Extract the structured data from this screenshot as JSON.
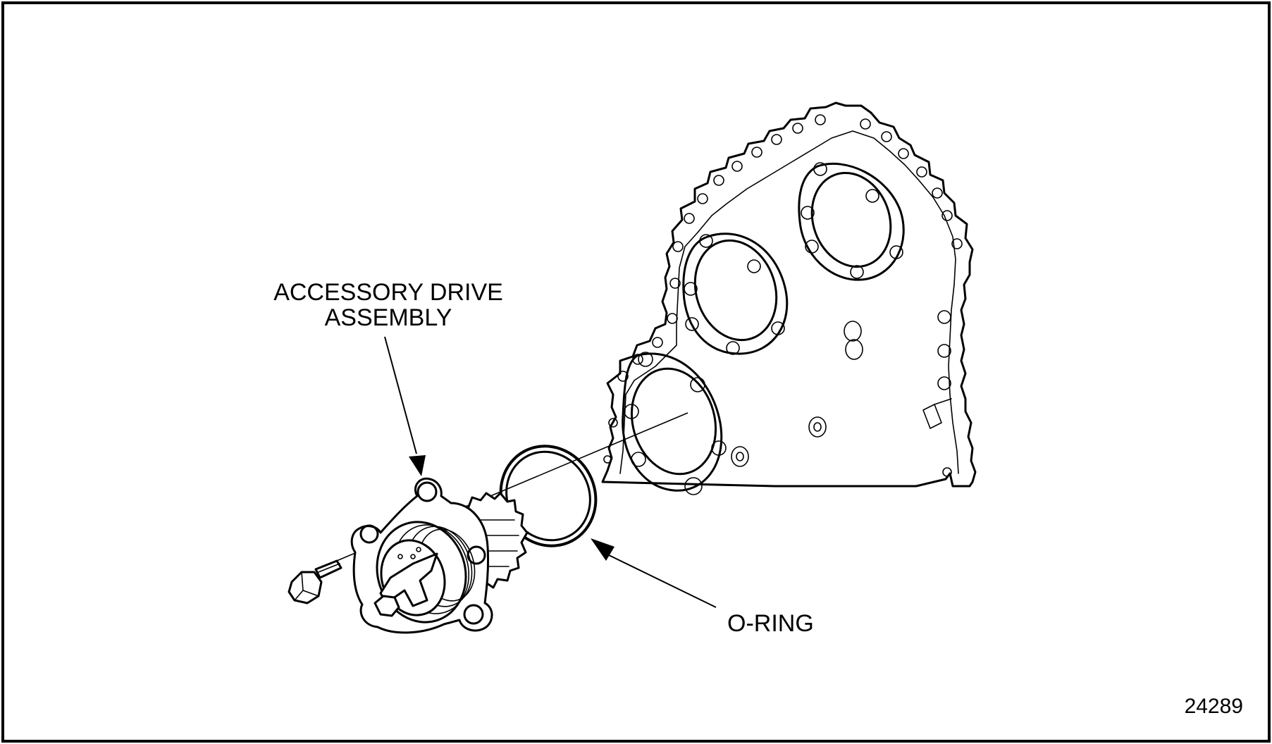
{
  "labels": {
    "accessory_drive_line1": "ACCESSORY DRIVE",
    "accessory_drive_line2": "ASSEMBLY",
    "o_ring": "O-RING",
    "figure_number": "24289"
  }
}
